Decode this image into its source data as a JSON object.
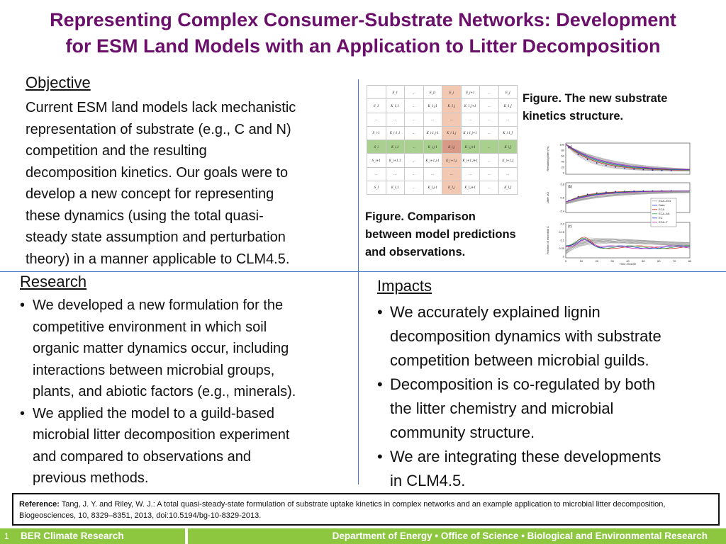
{
  "title": {
    "line1": "Representing Complex Consumer-Substrate Networks: Development",
    "line2": "for ESM Land Models with an Application to Litter Decomposition"
  },
  "objective": {
    "heading": "Objective",
    "lines": [
      "Current ESM land models lack mechanistic",
      "representation of substrate (e.g., C and N)",
      "competition and the resulting",
      "decomposition kinetics. Our goals were to",
      "develop a new concept for representing",
      "these dynamics (using the total quasi-",
      "steady state assumption and perturbation",
      "theory) in a manner applicable to CLM4.5."
    ]
  },
  "research": {
    "heading": "Research",
    "bullets": [
      [
        "We developed a new formulation for the",
        "competitive environment in which soil",
        "organic matter dynamics occur, including",
        "interactions between microbial groups,",
        "plants, and abiotic factors (e.g., minerals)."
      ],
      [
        "We applied the model to a guild-based",
        "microbial litter decomposition experiment",
        "and compared to observations and",
        "previous methods."
      ]
    ]
  },
  "impacts": {
    "heading": "Impacts",
    "bullets": [
      [
        "We accurately explained lignin",
        "decomposition dynamics with substrate",
        "competition between microbial guilds."
      ],
      [
        "Decomposition is co-regulated by both",
        "the litter chemistry and microbial",
        "community structure."
      ],
      [
        "We are integrating these developments",
        "in CLM4.5."
      ]
    ]
  },
  "figures": {
    "matrix_caption": [
      "Figure. The new substrate",
      "kinetics structure."
    ],
    "comparison_caption": [
      "Figure. Comparison",
      "between model predictions",
      "and observations."
    ]
  },
  "matrix": {
    "header": [
      "",
      "E_1",
      "…",
      "E_j1",
      "E_j",
      "E_j+1",
      "…",
      "E_J"
    ],
    "rows": [
      [
        "S_1",
        "K_1,1",
        "…",
        "K_1,j1",
        "K_1,j",
        "K_1,j+1",
        "…",
        "K_1,J"
      ],
      [
        "…",
        "…",
        "…",
        "…",
        "…",
        "…",
        "…",
        "…"
      ],
      [
        "S_i-1",
        "K_i-1,1",
        "…",
        "K_i-1,j-1",
        "K_i-1,j",
        "K_i-1,j+1",
        "…",
        "K_i-1,J"
      ],
      [
        "S_i",
        "K_i,1",
        "…",
        "K_i,j-1",
        "K_i,j",
        "K_i,j+1",
        "…",
        "K_i,J"
      ],
      [
        "S_i+1",
        "K_i+1,1",
        "…",
        "K_i+1,j-1",
        "K_i+1,j",
        "K_i+1,j+1",
        "…",
        "K_i+1,J"
      ],
      [
        "…",
        "…",
        "…",
        "…",
        "…",
        "…",
        "…",
        "…"
      ],
      [
        "S_I",
        "K_I,1",
        "…",
        "K_I,j-1",
        "K_I,j",
        "K_I,j+1",
        "…",
        "K_I,J"
      ]
    ],
    "highlight_row": 3,
    "highlight_col": 4,
    "colors": {
      "col": "#f3c8b2",
      "row": "#a9d08e",
      "cell": "#d89a86"
    }
  },
  "plots": {
    "panels": [
      {
        "tag": "(a)",
        "ylabel": "Remaining litter (%)",
        "yticks": [
          "100",
          "80",
          "60",
          "40",
          "20",
          "0"
        ]
      },
      {
        "tag": "(b)",
        "ylabel": "Litter LCI",
        "yticks": [
          "0.8",
          "0.6",
          "0.4"
        ]
      },
      {
        "tag": "(c)",
        "ylabel": "Fraction of microbial C",
        "yticks": [
          "0.2",
          "0.15",
          "0.1",
          "0.05",
          "0"
        ]
      }
    ],
    "xticks": [
      "0",
      "10",
      "20",
      "30",
      "40",
      "50",
      "60",
      "70",
      "80"
    ],
    "xlabel": "Time (month)",
    "legend": [
      "ECA–Ens",
      "Data",
      "ECA",
      "ECA–ML",
      "EC",
      "ECA–T"
    ],
    "legend_colors": [
      "#9a9a9a",
      "#2020c0",
      "#d02020",
      "#20a040",
      "#2040d0",
      "#b020b0"
    ]
  },
  "reference": {
    "label": "Reference:",
    "text": "Tang, J. Y. and Riley, W. J.: A total quasi-steady-state formulation of substrate uptake kinetics in complex networks and an example application to microbial litter decomposition, Biogeosciences, 10, 8329–8351, 2013, doi:10.5194/bg-10-8329-2013."
  },
  "footer": {
    "page_number": "1",
    "left": "BER Climate Research",
    "right": "Department of Energy  •  Office of Science  •  Biological and Environmental Research",
    "bar_color": "#8dc63f"
  }
}
